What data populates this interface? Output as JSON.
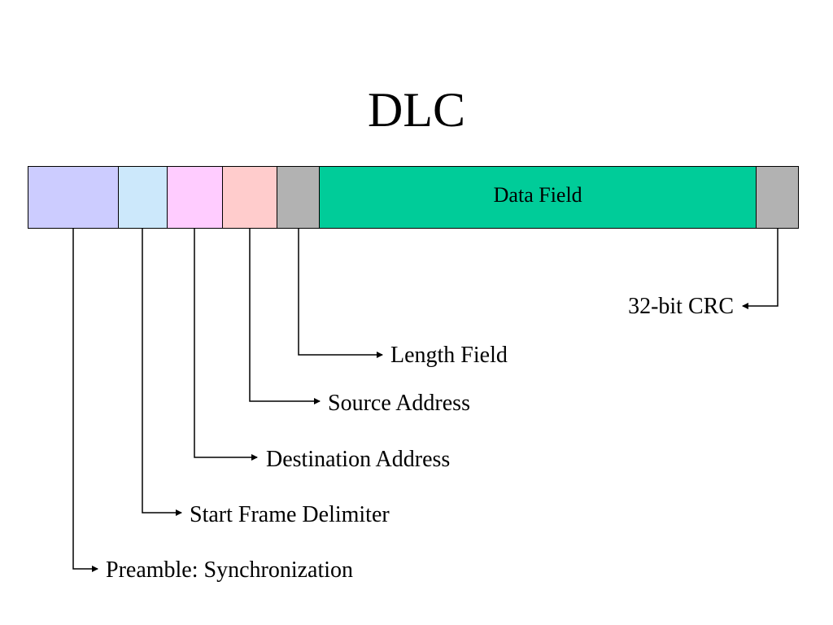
{
  "title": "DLC",
  "frame": {
    "segments": [
      {
        "id": "preamble",
        "label": "",
        "color": "#ccccff"
      },
      {
        "id": "start-frame-delimiter",
        "label": "",
        "color": "#cce8fb"
      },
      {
        "id": "destination-address",
        "label": "",
        "color": "#ffccff"
      },
      {
        "id": "source-address",
        "label": "",
        "color": "#ffcccc"
      },
      {
        "id": "length-field",
        "label": "",
        "color": "#b2b2b2"
      },
      {
        "id": "data-field",
        "label": "Data Field",
        "color": "#00cc99"
      },
      {
        "id": "crc",
        "label": "",
        "color": "#b2b2b2"
      }
    ]
  },
  "callouts": {
    "crc": "32-bit CRC",
    "length": "Length Field",
    "source": "Source Address",
    "destination": "Destination Address",
    "sfd": "Start Frame Delimiter",
    "preamble": "Preamble: Synchronization"
  }
}
